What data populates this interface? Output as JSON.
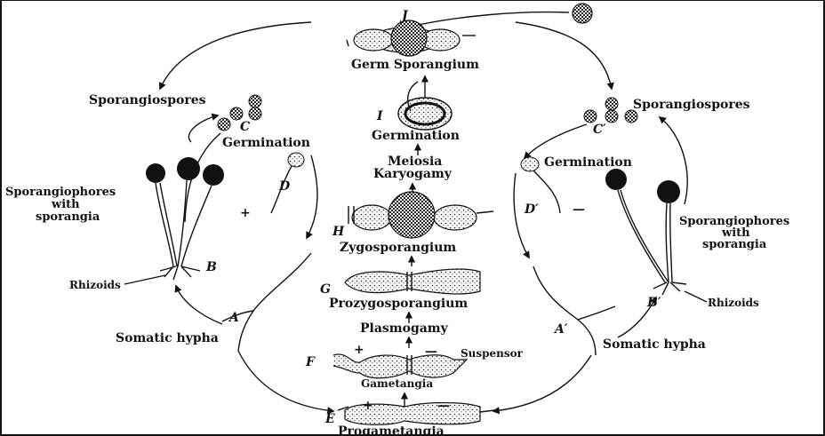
{
  "labels": {
    "J": "J",
    "germ_sporangium": "Germ Sporangium",
    "I": "I",
    "germination_center": "Germination",
    "meiosis": "Meiosia",
    "karyogamy": "Karyogamy",
    "H": "H",
    "zygosporangium": "Zygosporangium",
    "G": "G",
    "prozygosporangium": "Prozygosporangium",
    "plasmogamy": "Plasmogamy",
    "F": "F",
    "gametangia": "Gametangia",
    "suspensor": "Suspensor",
    "plus": "+",
    "minus": "—",
    "E": "E",
    "progametangia": "Progametangia",
    "left_sporangiospores": "Sporangiospores",
    "C": "C",
    "left_germination": "Germination",
    "D": "D",
    "left_sporangiophores_1": "Sporangiophores",
    "left_sporangiophores_2": "with",
    "left_sporangiophores_3": "sporangia",
    "left_rhizoids": "Rhizoids",
    "B": "B",
    "A": "A",
    "left_somatic": "Somatic hypha",
    "right_sporangiospores": "Sporangiospores",
    "C_prime": "C′",
    "right_germination": "Germination",
    "D_prime": "D′",
    "right_sporangiophores_1": "Sporangiophores",
    "right_sporangiophores_2": "with",
    "right_sporangiophores_3": "sporangia",
    "right_rhizoids": "Rhizoids",
    "B_prime": "B′",
    "A_prime": "A′",
    "right_somatic": "Somatic hypha"
  }
}
